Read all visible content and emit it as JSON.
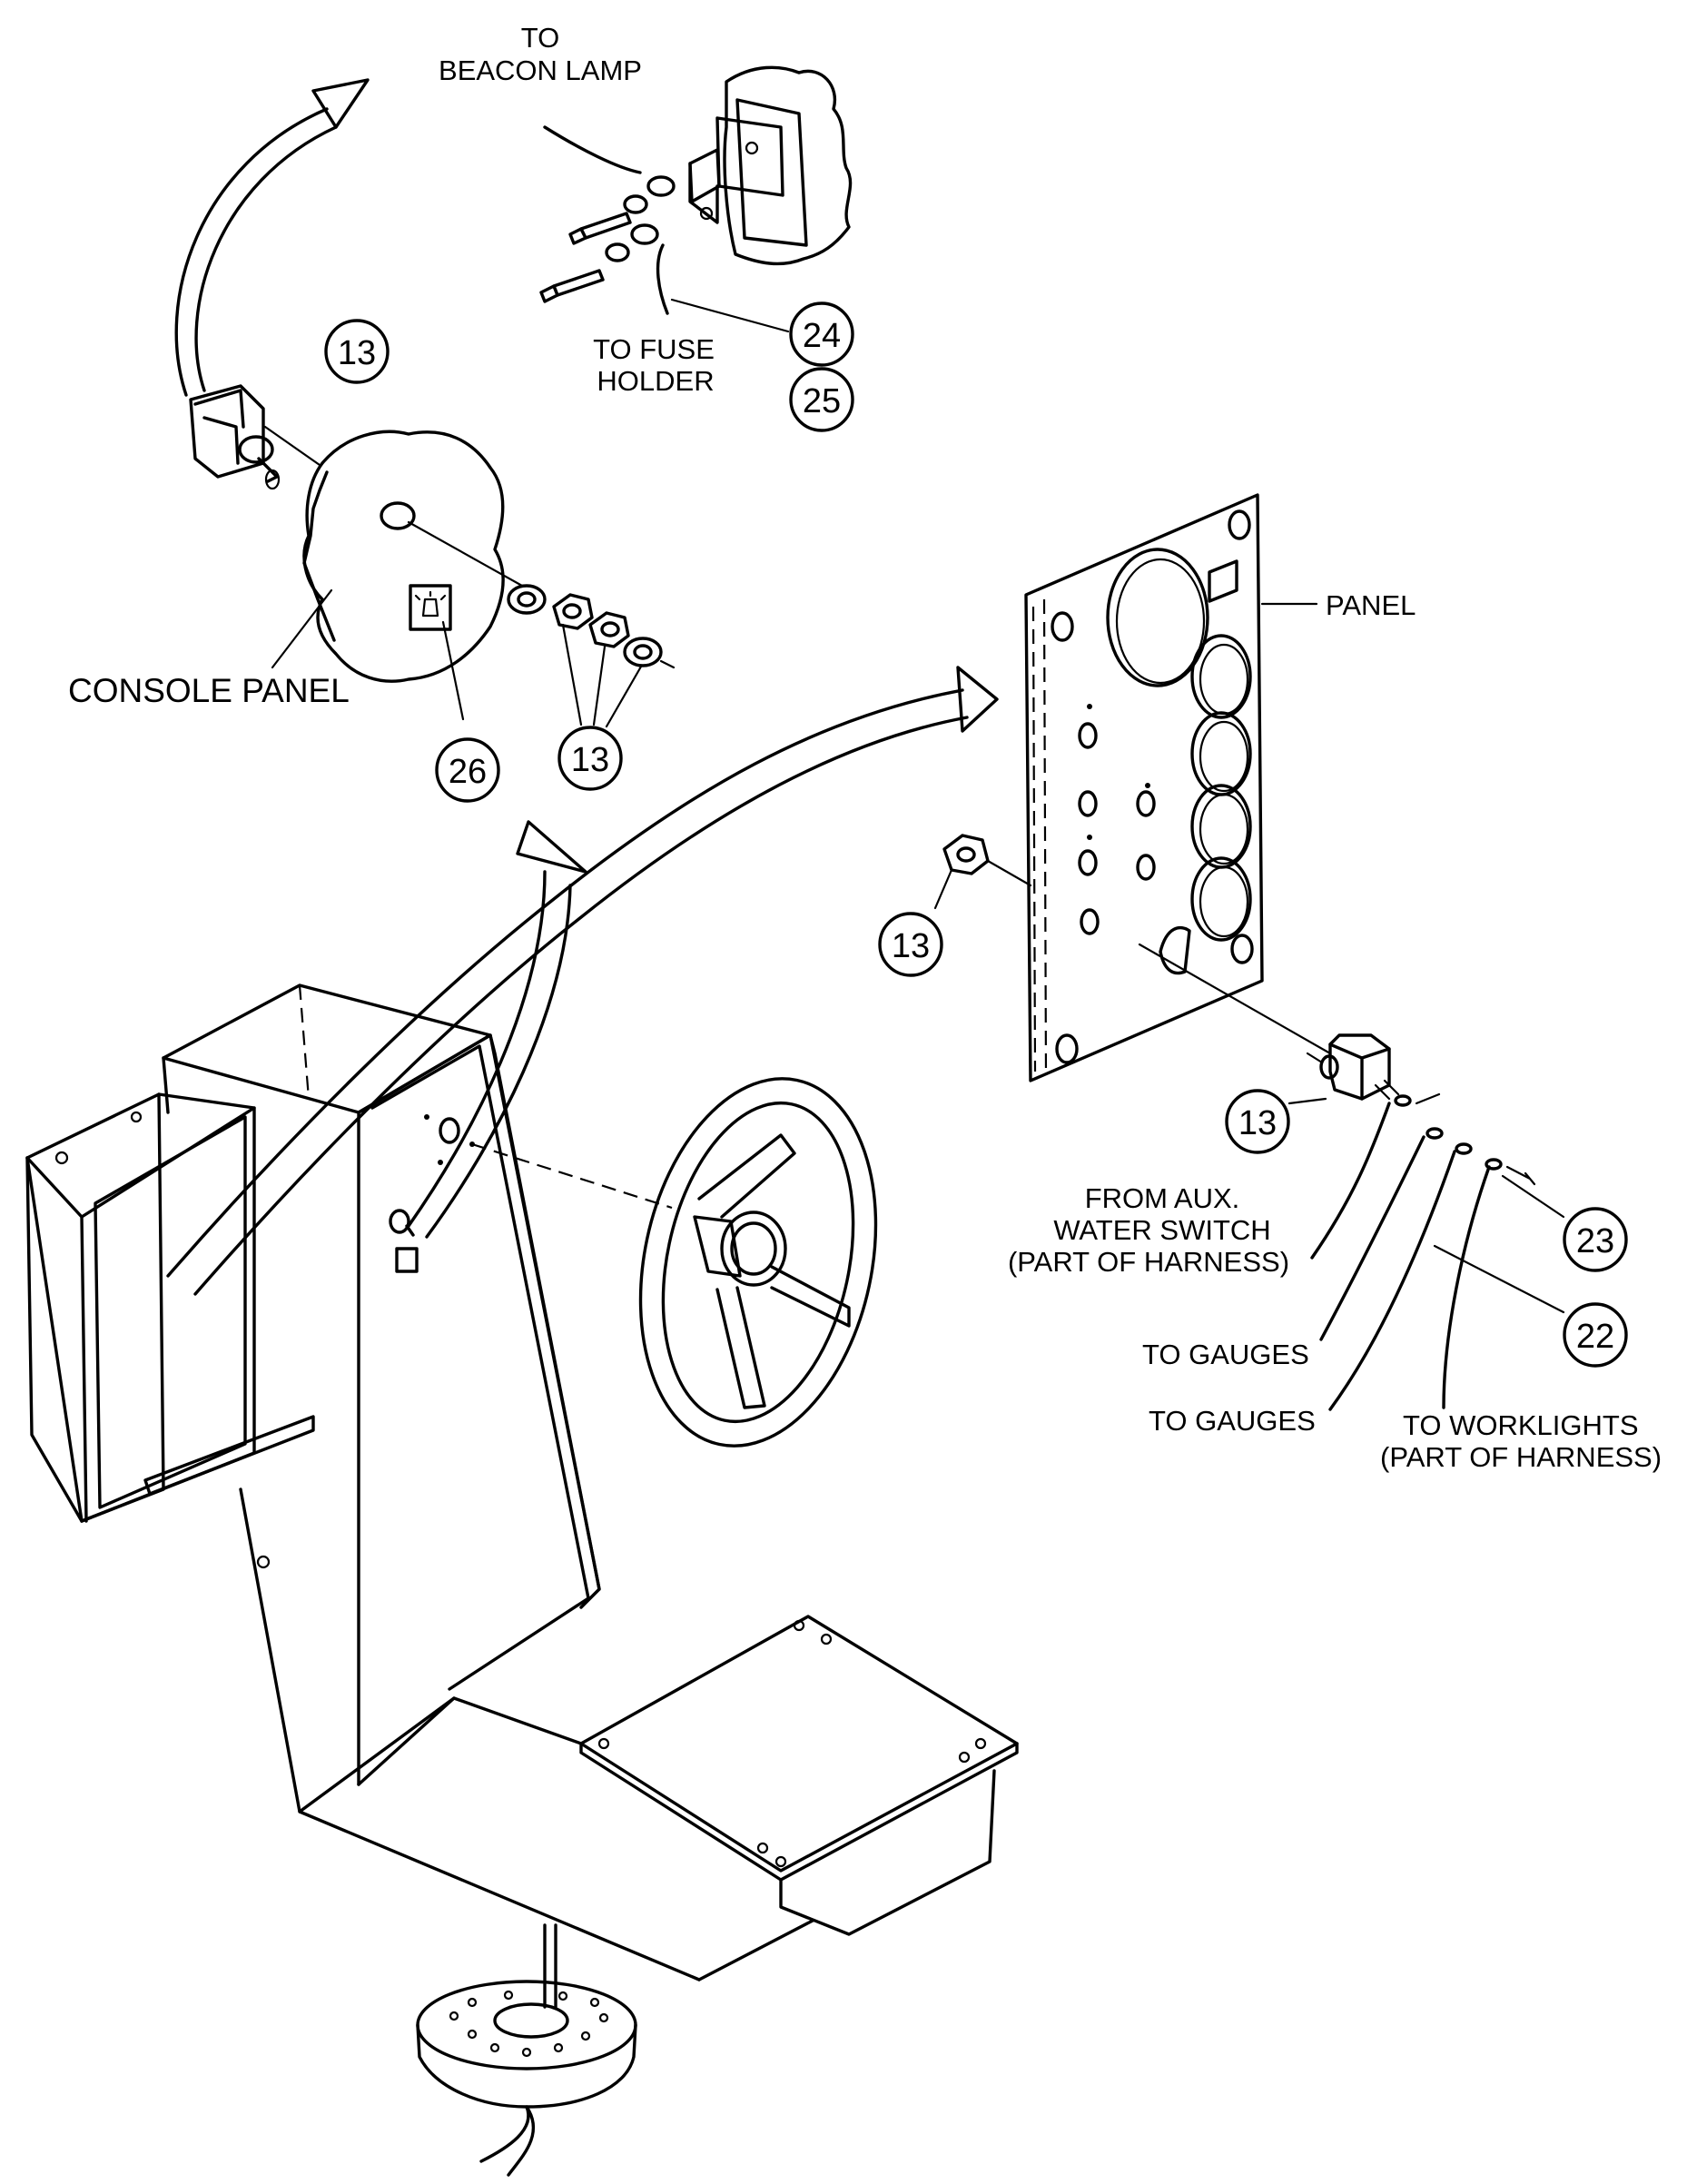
{
  "colors": {
    "ink": "#000000",
    "paper": "#ffffff"
  },
  "labels": {
    "beacon_to": "TO",
    "beacon_lamp": "BEACON LAMP",
    "fuse_to": "TO FUSE",
    "fuse_holder": "HOLDER",
    "console_panel": "CONSOLE PANEL",
    "panel": "PANEL",
    "aux_line1": "FROM AUX.",
    "aux_line2": "WATER SWITCH",
    "aux_line3": "(PART OF HARNESS)",
    "gauges_1": "TO GAUGES",
    "gauges_2": "TO GAUGES",
    "worklights_line1": "TO WORKLIGHTS",
    "worklights_line2": "(PART OF HARNESS)"
  },
  "callouts": {
    "c13_switch": "13",
    "c24": "24",
    "c25": "25",
    "c26": "26",
    "c13_washers": "13",
    "c13_nut": "13",
    "c13_toggle": "13",
    "c23": "23",
    "c22": "22"
  }
}
